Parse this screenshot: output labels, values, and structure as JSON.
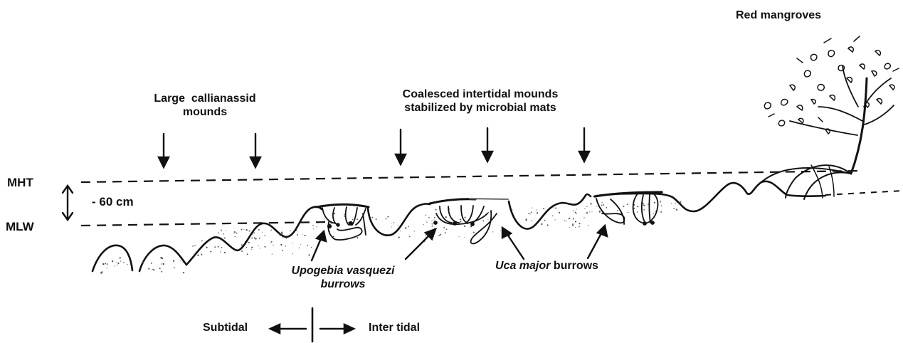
{
  "labels": {
    "red_mangroves": "Red mangroves",
    "large_callianassid_line1": "Large  callianassid",
    "large_callianassid_line2": "mounds",
    "coalesced_line1": "Coalesced intertidal mounds",
    "coalesced_line2": "stabilized by microbial mats",
    "mht": "MHT",
    "mlw": "MLW",
    "tidal_range": "- 60 cm",
    "upogebia_line1": "Upogebia vasquezi",
    "upogebia_line2": "burrows",
    "uca_italic": "Uca major",
    "uca_rest": " burrows",
    "subtidal": "Subtidal",
    "intertidal": "Inter tidal"
  },
  "colors": {
    "ink": "#111111",
    "stipple": "#555555",
    "background": "#ffffff"
  }
}
